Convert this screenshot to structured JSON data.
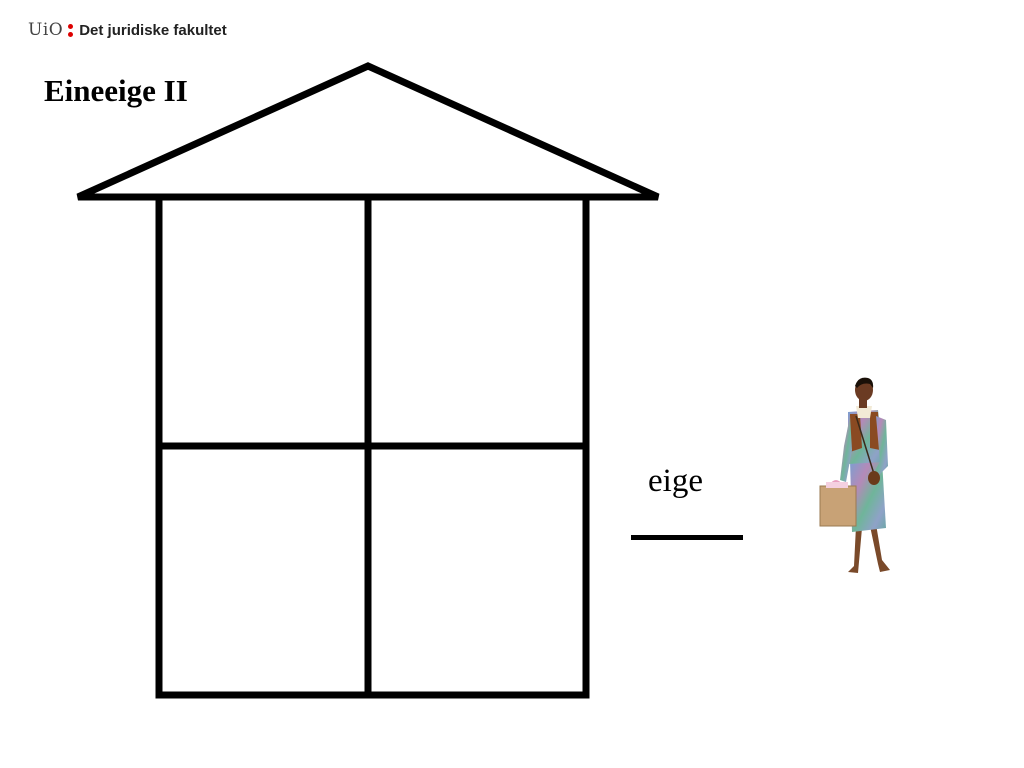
{
  "header": {
    "logo_text": "UiO",
    "faculty": "Det juridiske fakultet",
    "logo_accent_color": "#dd0000"
  },
  "slide": {
    "title": "Eineeige II",
    "word": "eige"
  },
  "icons": {
    "house": "house-outline-icon",
    "person": "shopping-woman-figure"
  }
}
